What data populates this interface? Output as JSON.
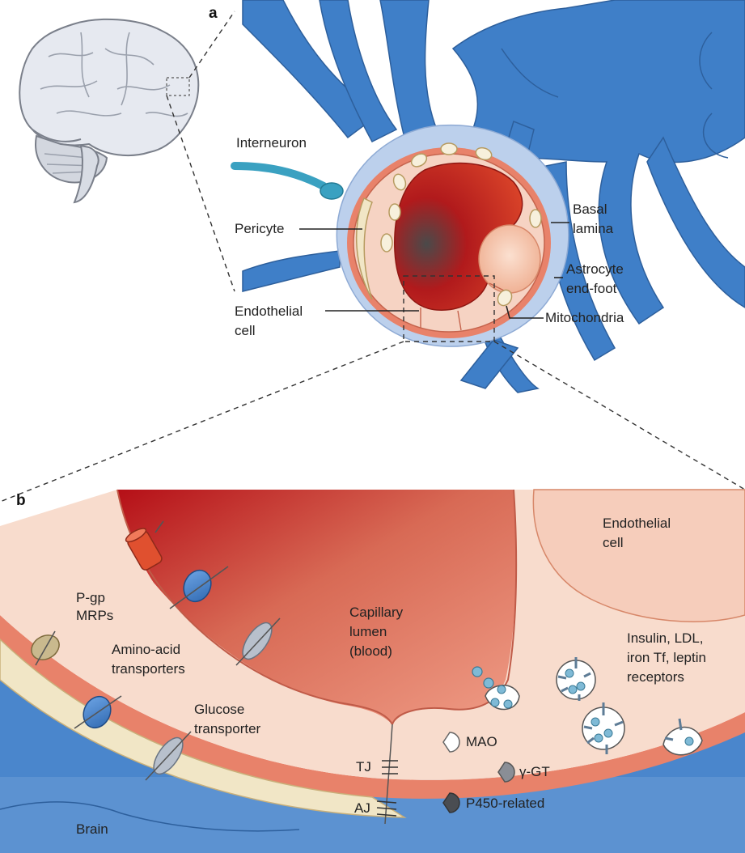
{
  "panels": {
    "a": "a",
    "b": "b"
  },
  "panel_a": {
    "interneuron": "Interneuron",
    "pericyte": "Pericyte",
    "endothelial_line1": "Endothelial",
    "endothelial_line2": "cell",
    "basal_line1": "Basal",
    "basal_line2": "lamina",
    "astro_line1": "Astrocyte",
    "astro_line2": "end-foot",
    "mitochondria": "Mitochondria"
  },
  "panel_b": {
    "endo_line1": "Endothelial",
    "endo_line2": "cell",
    "pgp_line1": "P-gp",
    "pgp_line2": "MRPs",
    "lumen_line1": "Capillary",
    "lumen_line2": "lumen",
    "lumen_line3": "(blood)",
    "receptors_line1": "Insulin, LDL,",
    "receptors_line2": "iron Tf, leptin",
    "receptors_line3": "receptors",
    "amino_line1": "Amino-acid",
    "amino_line2": "transporters",
    "glucose_line1": "Glucose",
    "glucose_line2": "transporter",
    "tj": "TJ",
    "aj": "AJ",
    "mao": "MAO",
    "ggt": "γ-GT",
    "p450": "P450-related",
    "brain": "Brain"
  },
  "colors": {
    "astrocyte": "#3f7fc8",
    "lumen_dark": "#b0151a",
    "endothelium": "#f6d3c3",
    "basal_lamina": "#e8826a",
    "pericyte": "#f1e6c6"
  }
}
